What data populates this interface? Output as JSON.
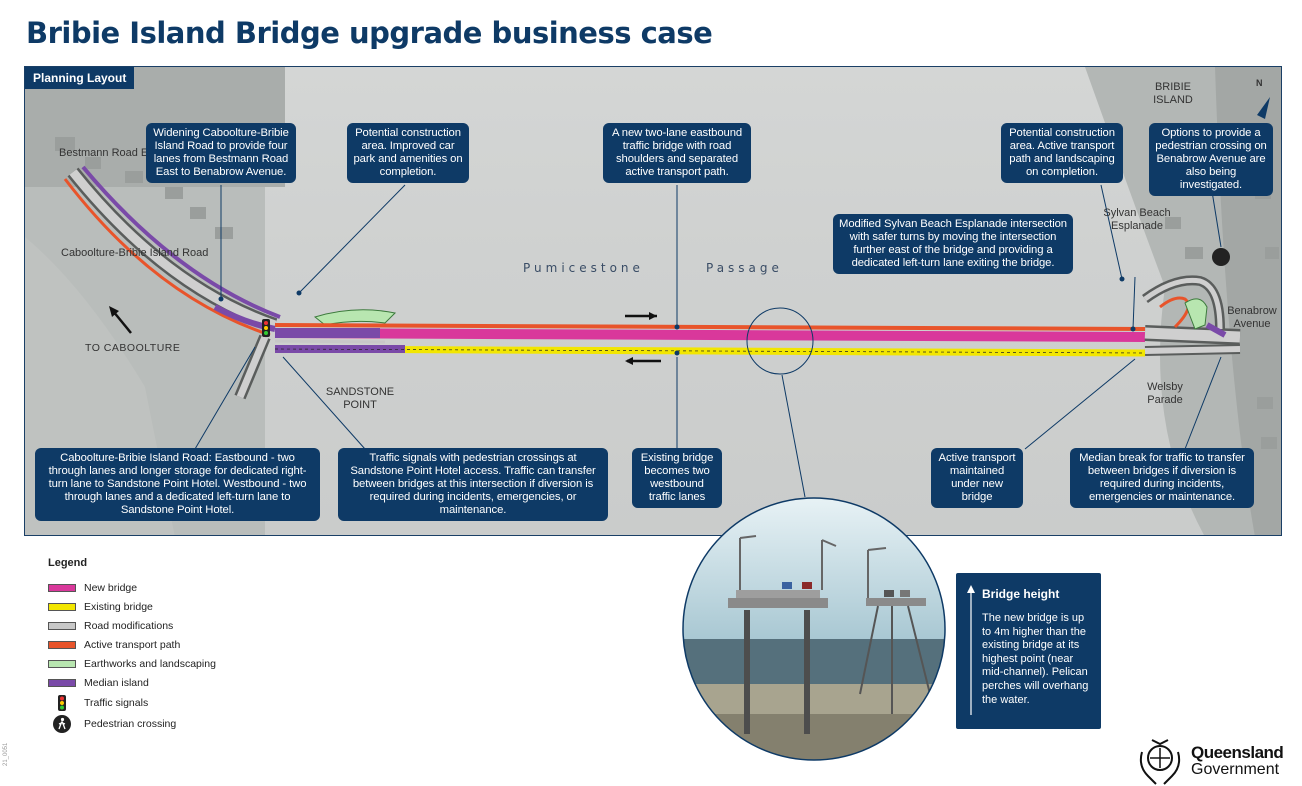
{
  "title": "Bribie Island Bridge upgrade business case",
  "map": {
    "tab": "Planning Layout",
    "labels": {
      "bestmann": "Bestmann Road East",
      "caboolture_road": "Caboolture-Bribie Island Road",
      "to_caboolture": "TO CABOOLTURE",
      "sandstone": "SANDSTONE POINT",
      "pumicestone": "Pumicestone",
      "passage": "Passage",
      "bribie_island": "BRIBIE ISLAND",
      "north": "N",
      "sylvan_beach": "Sylvan Beach Esplanade",
      "benabrow": "Benabrow Avenue",
      "welsby": "Welsby Parade"
    },
    "callouts": {
      "widening": "Widening Caboolture-Bribie Island Road to provide four lanes from Bestmann Road East to Benabrow Avenue.",
      "construction_carpark": "Potential construction area. Improved car park and amenities on completion.",
      "new_bridge": "A new two-lane eastbound traffic bridge with road shoulders and separated active transport path.",
      "construction_path": "Potential construction area. Active transport path and landscaping on completion.",
      "pedestrian_crossing": "Options to provide a pedestrian crossing on Benabrow Avenue are also being investigated.",
      "sylvan_intersection": "Modified Sylvan Beach Esplanade intersection with safer turns by moving the intersection further east of the bridge and providing a dedicated left-turn lane exiting the bridge.",
      "caboolture_lanes": "Caboolture-Bribie Island Road: Eastbound - two through lanes and longer storage for dedicated right-turn lane to Sandstone Point Hotel. Westbound - two through lanes and a dedicated left-turn lane to Sandstone Point Hotel.",
      "traffic_signals": "Traffic signals with pedestrian crossings at Sandstone Point Hotel access. Traffic can transfer between bridges at this intersection if diversion is required during incidents, emergencies, or maintenance.",
      "existing_bridge": "Existing bridge becomes two westbound traffic lanes",
      "active_transport": "Active transport maintained under new bridge",
      "median_break": "Median break for traffic to transfer between bridges if diversion is required during incidents, emergencies or maintenance."
    }
  },
  "legend": {
    "title": "Legend",
    "items": [
      {
        "label": "New bridge",
        "color": "#d9389b"
      },
      {
        "label": "Existing bridge",
        "color": "#f2e600"
      },
      {
        "label": "Road modifications",
        "color": "#c8c8c8"
      },
      {
        "label": "Active transport path",
        "color": "#e8542b"
      },
      {
        "label": "Earthworks and landscaping",
        "color": "#b8e6b0"
      },
      {
        "label": "Median island",
        "color": "#7a4aa8"
      }
    ],
    "icons": [
      {
        "label": "Traffic signals",
        "icon": "traffic-signal-icon"
      },
      {
        "label": "Pedestrian crossing",
        "icon": "pedestrian-icon"
      }
    ]
  },
  "bridge_height": {
    "title": "Bridge height",
    "body": "The new bridge is up to 4m higher than the existing bridge at its highest point (near mid-channel). Pelican perches will overhang the water."
  },
  "logo": {
    "line1": "Queensland",
    "line2": "Government"
  },
  "side_id": "21_0051"
}
